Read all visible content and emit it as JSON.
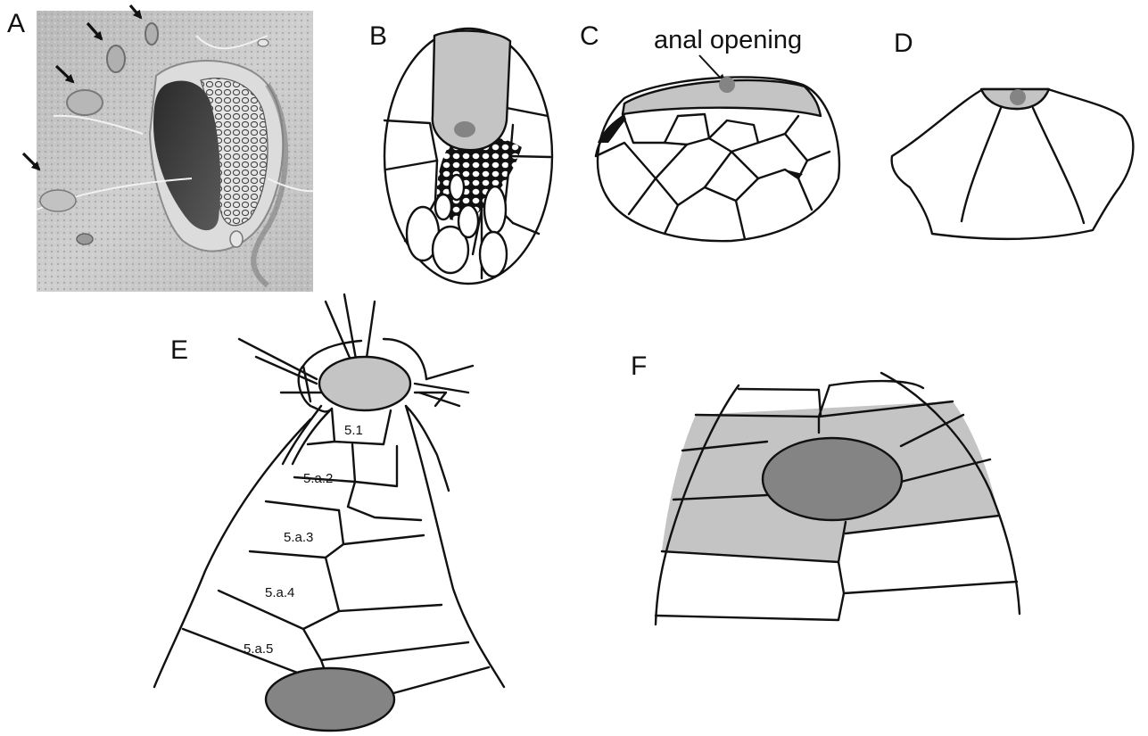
{
  "panels": {
    "a": {
      "label": "A"
    },
    "b": {
      "label": "B"
    },
    "c": {
      "label": "C",
      "annotation": "anal opening"
    },
    "d": {
      "label": "D"
    },
    "e": {
      "label": "E",
      "plates": [
        "5.1",
        "5.a.2",
        "5.a.3",
        "5.a.4",
        "5.a.5"
      ]
    },
    "f": {
      "label": "F"
    }
  },
  "colors": {
    "outline": "#111111",
    "light_gray": "#c4c4c4",
    "dark_gray": "#848484",
    "background": "#ffffff"
  }
}
